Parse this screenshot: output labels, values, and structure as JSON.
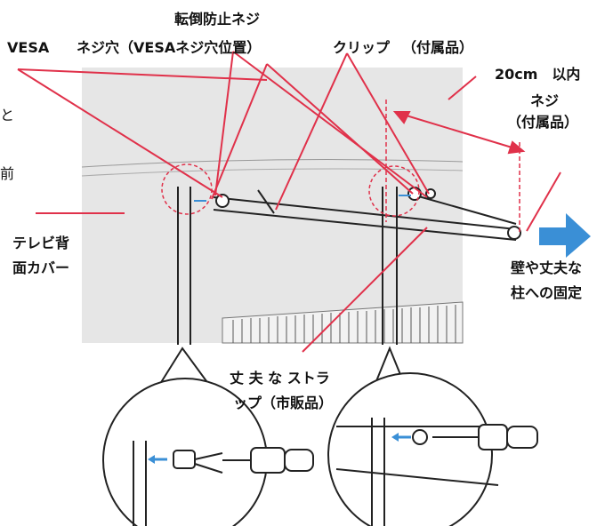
{
  "labels": {
    "anti_tip_screw": "転倒防止ネジ",
    "vesa": "VESA",
    "vesa_screw_hole": "ネジ穴（VESAネジ穴位置）",
    "clip": "クリップ",
    "included_1": "（付属品）",
    "within_20cm": "20cm　以内",
    "screw": "ネジ",
    "included_2": "（付属品）",
    "tv_back_cover_1": "テレビ背",
    "tv_back_cover_2": "面カバー",
    "wall_fix_1": "壁や丈夫な",
    "wall_fix_2": "柱への固定",
    "strap_1": "丈 夫 な ストラ",
    "strap_2": "ップ（市販品）",
    "edge_1": "と",
    "edge_2": "前"
  },
  "colors": {
    "leader": "#e0314a",
    "arrow": "#3a8fd6",
    "panel": "#e6e6e6",
    "line": "#222222"
  }
}
